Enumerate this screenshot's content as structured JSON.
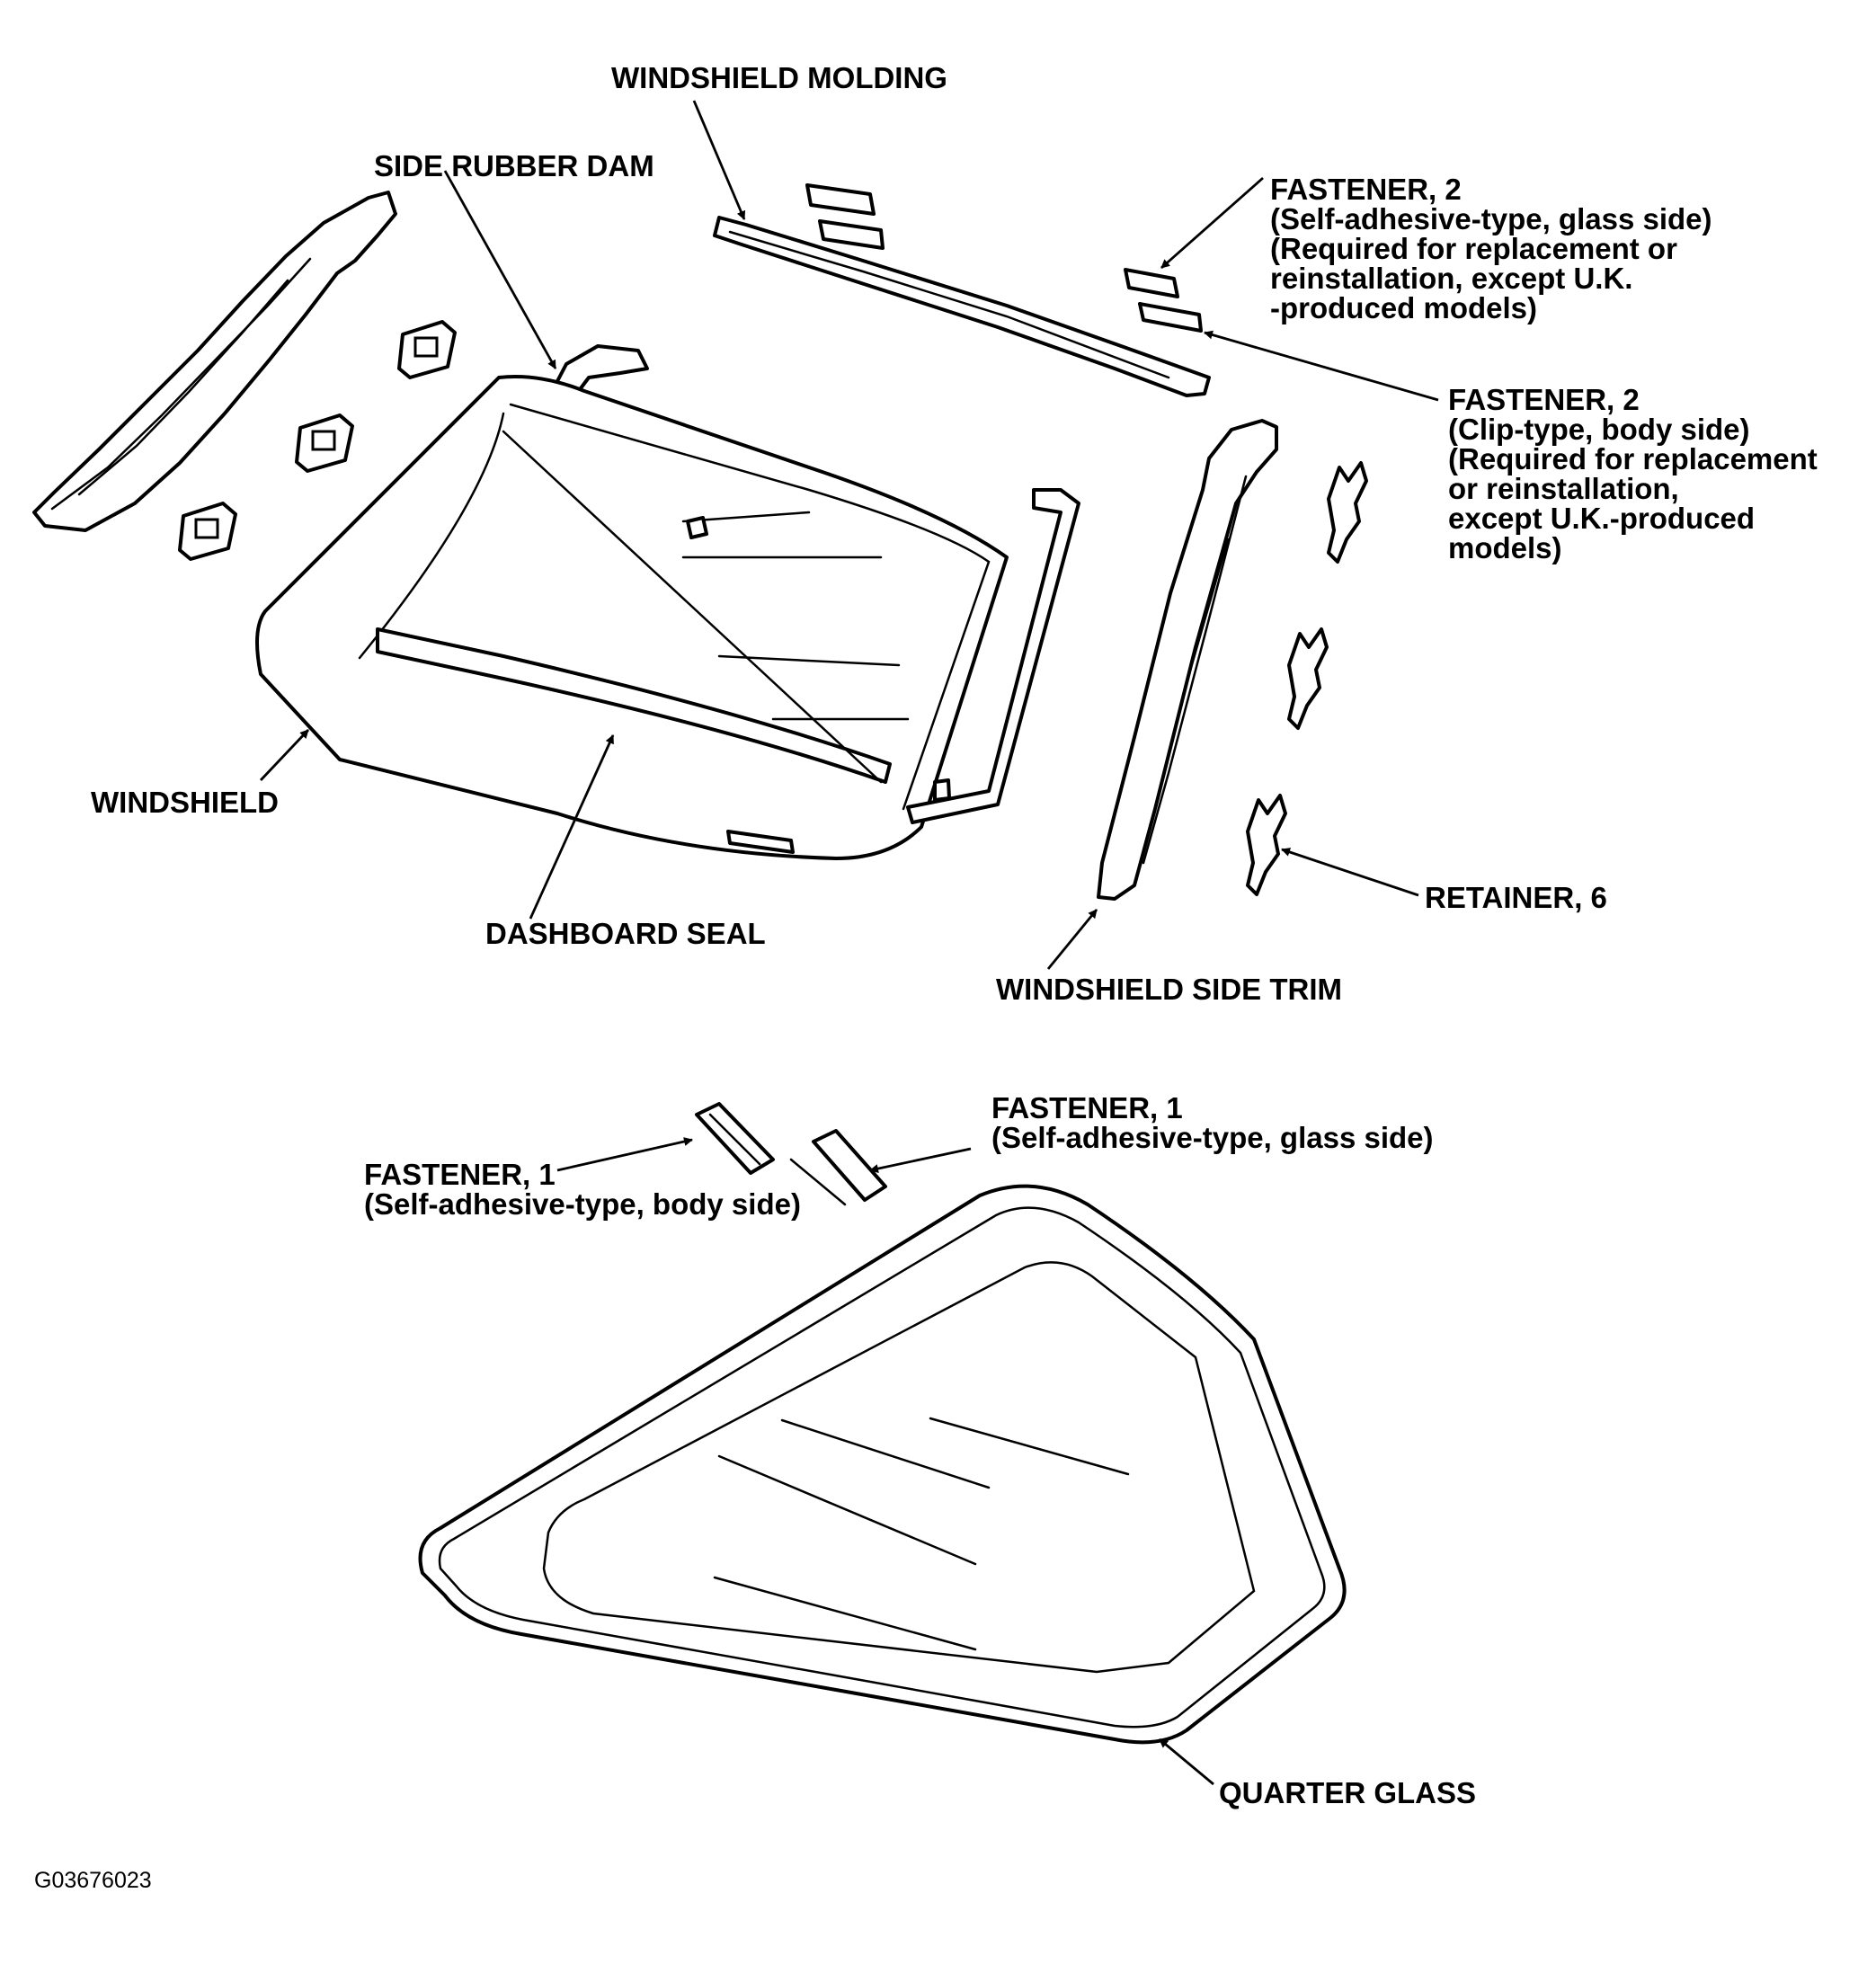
{
  "labels": {
    "windshield_molding": "WINDSHIELD MOLDING",
    "side_rubber_dam": "SIDE RUBBER DAM",
    "fastener_glass_top": [
      "FASTENER, 2",
      "(Self-adhesive-type, glass side)",
      "(Required for replacement or",
      "reinstallation, except U.K.",
      "-produced models)"
    ],
    "fastener_clip": [
      "FASTENER, 2",
      "(Clip-type, body side)",
      "(Required for replacement",
      "or reinstallation,",
      "except U.K.-produced",
      "models)"
    ],
    "windshield": "WINDSHIELD",
    "dashboard_seal": "DASHBOARD SEAL",
    "retainer": "RETAINER, 6",
    "windshield_side_trim": "WINDSHIELD SIDE TRIM",
    "fastener_glass_bottom": [
      "FASTENER, 1",
      "(Self-adhesive-type, glass side)"
    ],
    "fastener_body_bottom": [
      "FASTENER, 1",
      "(Self-adhesive-type, body side)"
    ],
    "quarter_glass": "QUARTER GLASS"
  },
  "figure_code": "G03676023"
}
